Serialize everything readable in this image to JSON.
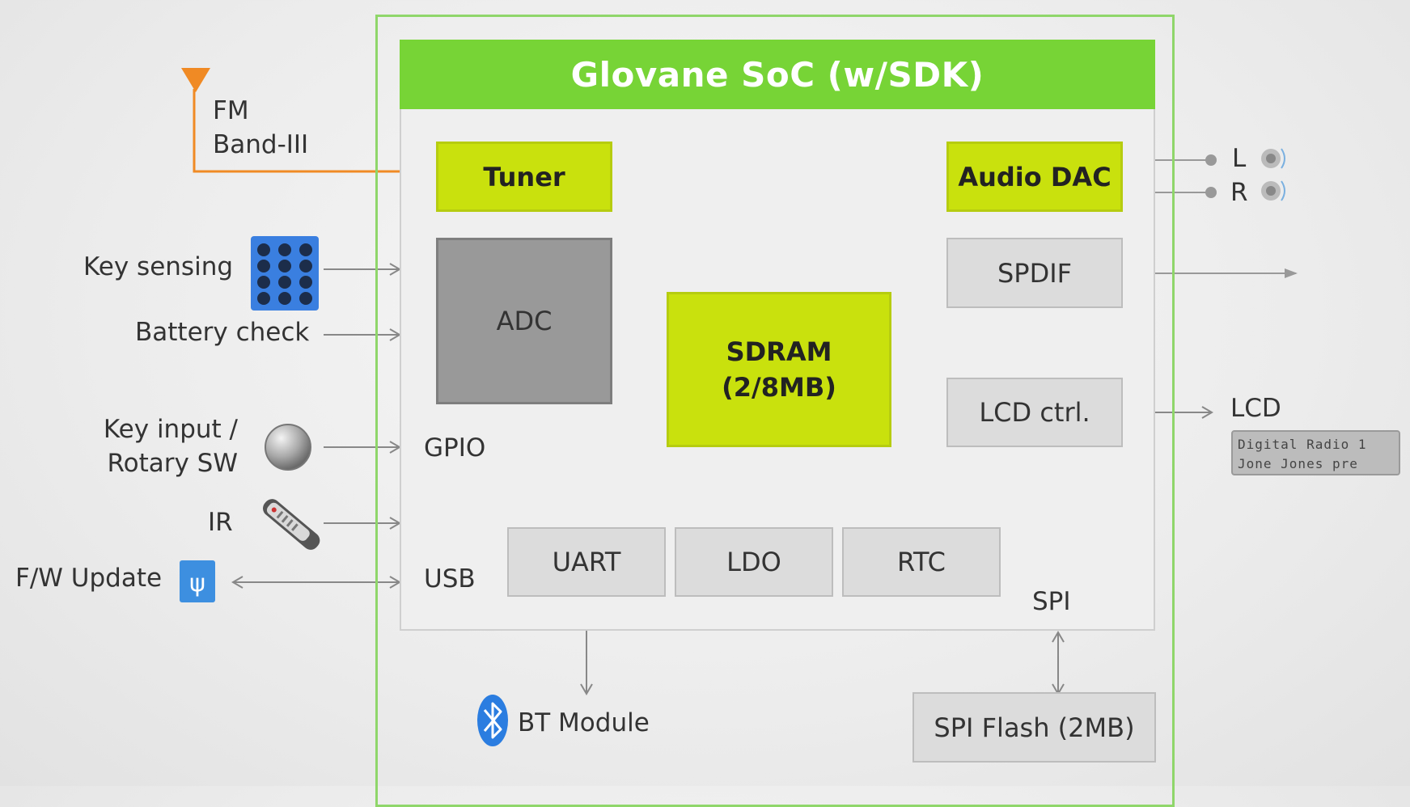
{
  "soc_title": "Glovane SoC (w/SDK)",
  "blocks": {
    "tuner": "Tuner",
    "audio_dac": "Audio DAC",
    "adc": "ADC",
    "spdif": "SPDIF",
    "sdram_line1": "SDRAM",
    "sdram_line2": "(2/8MB)",
    "lcd_ctrl": "LCD ctrl.",
    "uart": "UART",
    "ldo": "LDO",
    "rtc": "RTC",
    "spi_flash": "SPI Flash (2MB)"
  },
  "labels": {
    "fm_line1": "FM",
    "fm_line2": "Band-III",
    "key_sensing": "Key sensing",
    "battery_check": "Battery check",
    "key_input_line1": "Key input /",
    "key_input_line2": "Rotary SW",
    "ir": "IR",
    "fw_update": "F/W Update",
    "gpio": "GPIO",
    "usb": "USB",
    "spi": "SPI",
    "bt_module": "BT Module",
    "audio_left": "L",
    "audio_right": "R",
    "lcd": "LCD"
  },
  "lcd_display": {
    "line1": "Digital Radio 1",
    "line2": "Jone Jones pre"
  },
  "colors": {
    "soc_header": "#77d436",
    "outer_border": "#8fd66a",
    "lime_block": "#c9e10d",
    "antenna": "#f08a24",
    "bluetooth": "#2b7de0",
    "keypad": "#3a7fe0"
  }
}
